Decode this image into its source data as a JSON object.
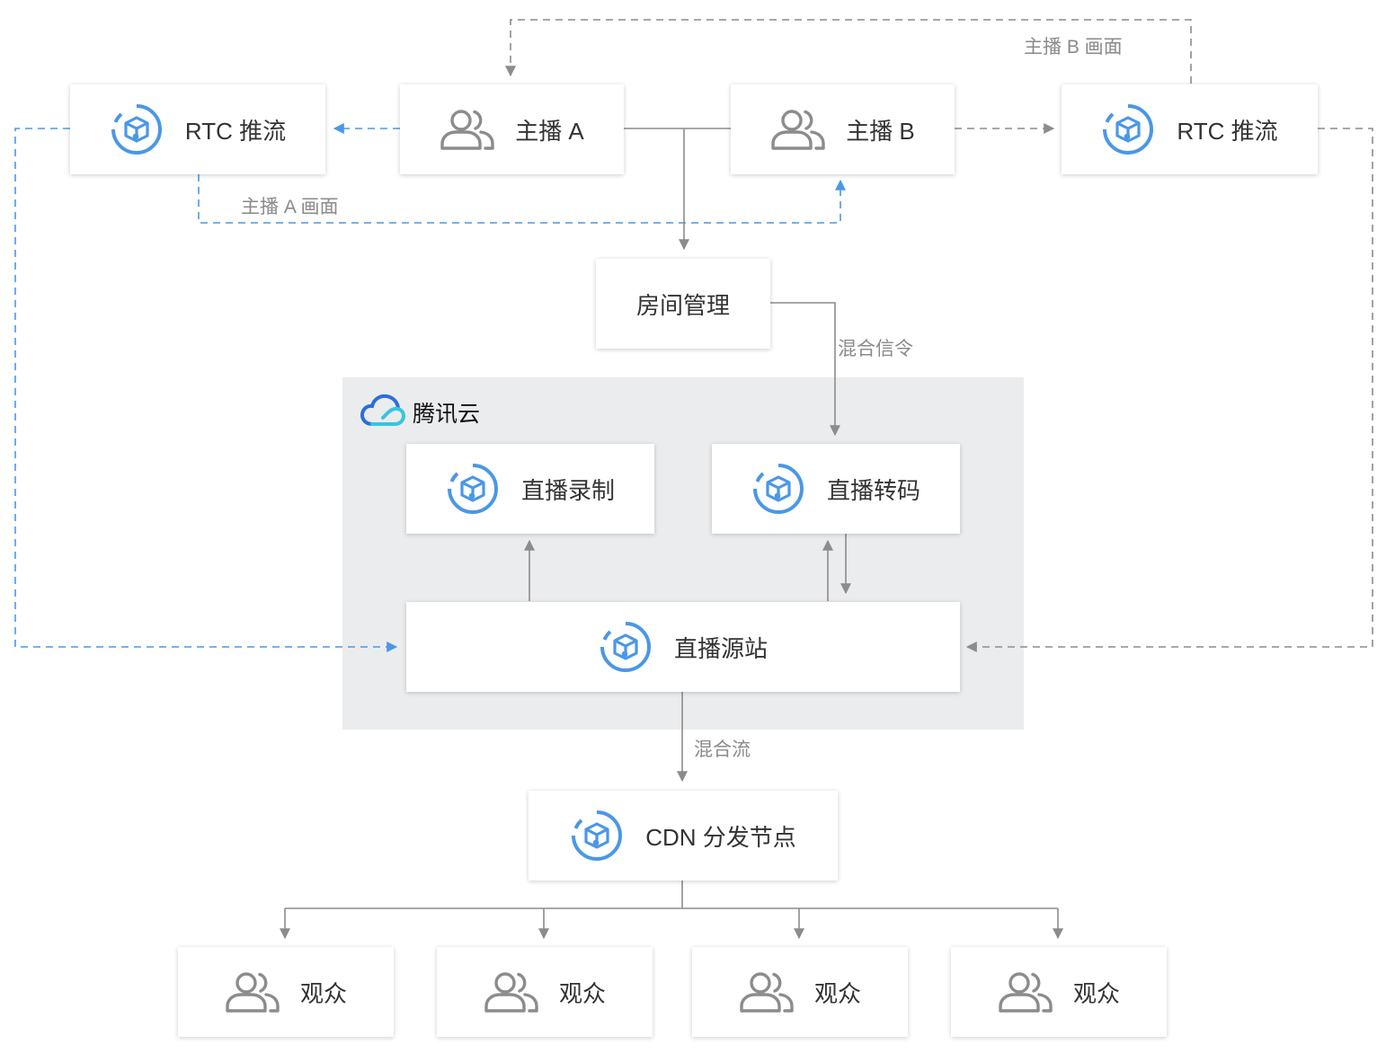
{
  "colors": {
    "accent_blue": "#4a97e8",
    "line_gray": "#8c8c8c",
    "panel_gray": "#ebecee",
    "icon_gray": "#8c8c8c"
  },
  "cloud": {
    "label": "腾讯云",
    "icon": "tencent-cloud-logo"
  },
  "nodes": {
    "rtc_push_left": {
      "label": "RTC 推流",
      "icon": "service-cube-icon"
    },
    "anchor_a": {
      "label": "主播 A",
      "icon": "users-icon"
    },
    "anchor_b": {
      "label": "主播 B",
      "icon": "users-icon"
    },
    "rtc_push_right": {
      "label": "RTC 推流",
      "icon": "service-cube-icon"
    },
    "room_mgmt": {
      "label": "房间管理"
    },
    "live_record": {
      "label": "直播录制",
      "icon": "service-cube-icon"
    },
    "live_transcode": {
      "label": "直播转码",
      "icon": "service-cube-icon"
    },
    "live_origin": {
      "label": "直播源站",
      "icon": "service-cube-icon"
    },
    "cdn": {
      "label": "CDN 分发节点",
      "icon": "service-cube-icon"
    },
    "viewers": [
      {
        "label": "观众",
        "icon": "users-icon"
      },
      {
        "label": "观众",
        "icon": "users-icon"
      },
      {
        "label": "观众",
        "icon": "users-icon"
      },
      {
        "label": "观众",
        "icon": "users-icon"
      }
    ]
  },
  "edge_labels": {
    "anchor_b_view": "主播 B 画面",
    "anchor_a_view": "主播 A 画面",
    "mixed_signal": "混合信令",
    "mixed_stream": "混合流"
  }
}
